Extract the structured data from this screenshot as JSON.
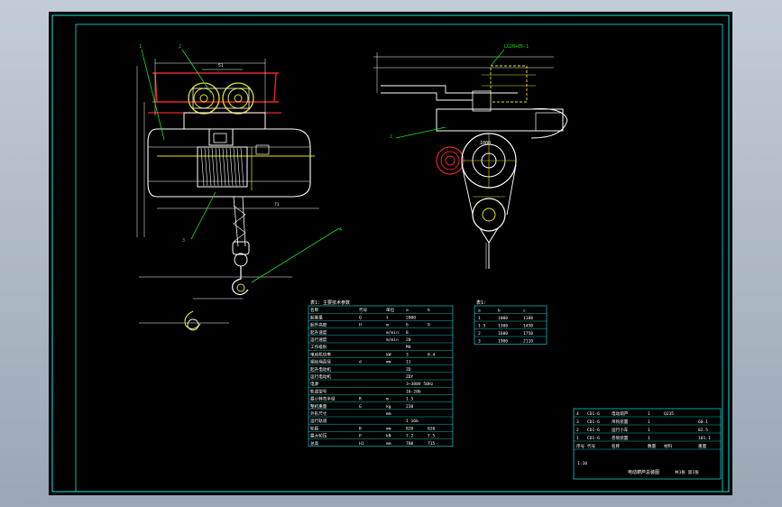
{
  "drawing": {
    "views": {
      "front_view": {
        "part_callouts": [
          "1",
          "2",
          "3",
          "4"
        ],
        "dimension_values": [
          "51",
          "71"
        ]
      },
      "side_view": {
        "part_callouts": [
          "2"
        ],
        "pulley_labels": [
          "LG20+05-1",
          "1000"
        ]
      }
    },
    "table_1": {
      "title": "表1: 主要技术参数",
      "header_cols": [
        "名称",
        "代号",
        "单位",
        "a",
        "b"
      ],
      "rows": [
        [
          "起重量",
          "Q",
          "t",
          "2000",
          ""
        ],
        [
          "起升高度",
          "H",
          "m",
          "6",
          "9"
        ],
        [
          "起升速度",
          "",
          "m/min",
          "8",
          ""
        ],
        [
          "运行速度",
          "",
          "m/min",
          "20",
          ""
        ],
        [
          "工作级别",
          "",
          "",
          "M4",
          ""
        ],
        [
          "电动机功率",
          "",
          "kW",
          "3",
          "0.4"
        ],
        [
          "钢丝绳直径",
          "d",
          "mm",
          "11",
          ""
        ],
        [
          "起升电动机",
          "",
          "",
          "ZD",
          ""
        ],
        [
          "运行电动机",
          "",
          "",
          "ZDY",
          ""
        ],
        [
          "电源",
          "",
          "",
          "3~380V 50Hz",
          ""
        ],
        [
          "轨道型号",
          "",
          "",
          "16-28b",
          ""
        ],
        [
          "最小转弯半径",
          "R",
          "m",
          "1.5",
          ""
        ],
        [
          "整机重量",
          "G",
          "kg",
          "230",
          ""
        ],
        [
          "外形尺寸",
          "",
          "mm",
          "",
          ""
        ],
        [
          "运行轨道",
          "",
          "",
          "I 16b",
          ""
        ],
        [
          "轮距",
          "B",
          "mm",
          "820",
          "820"
        ],
        [
          "最大轮压",
          "P",
          "kN",
          "7.2",
          "7.5"
        ],
        [
          "总高",
          "H1",
          "mm",
          "700",
          "715"
        ]
      ]
    },
    "table_2": {
      "title": "表1:",
      "header_cols": [
        "a",
        "b",
        "c"
      ],
      "rows": [
        [
          "1",
          "1000",
          "1188"
        ],
        [
          "1.5",
          "1300",
          "1450"
        ],
        [
          "2",
          "1600",
          "1750"
        ],
        [
          "3",
          "1900",
          "2110"
        ]
      ]
    },
    "title_block": {
      "rows": [
        [
          "4",
          "CD1-6",
          "电动葫芦",
          "1",
          "Q235",
          ""
        ],
        [
          "3",
          "CD1-6",
          "吊钩装置",
          "1",
          "",
          "60.1"
        ],
        [
          "2",
          "CD1-6",
          "运行小车",
          "1",
          "",
          "82.5"
        ],
        [
          "1",
          "CD1-6",
          "卷筒装置",
          "1",
          "",
          "101.1"
        ],
        [
          "序号",
          "代号",
          "名称",
          "数量",
          "材料",
          "重量"
        ]
      ],
      "drawing_name": "电动葫芦总装图",
      "scale": "1:10",
      "sheet": "共1张 第1张"
    }
  }
}
